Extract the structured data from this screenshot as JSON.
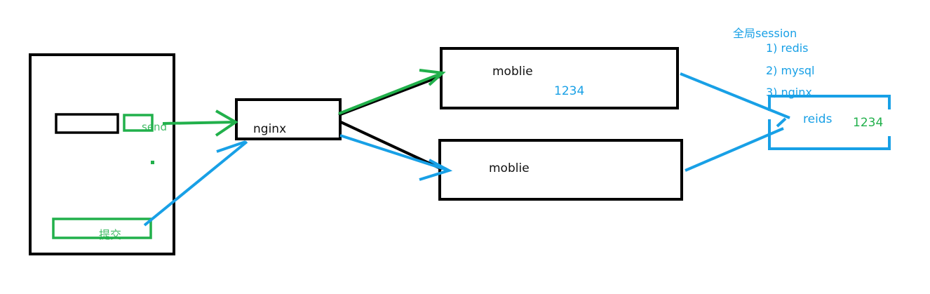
{
  "colors": {
    "ink": "#000000",
    "green": "#21b04b",
    "blue": "#18a0e6"
  },
  "client": {
    "send_label": "send",
    "submit_label": "提交"
  },
  "proxy": {
    "label": "nginx"
  },
  "servers": {
    "top_label": "moblie",
    "top_value": "1234",
    "bottom_label": "moblie"
  },
  "session_store": {
    "label": "reids",
    "value": "1234"
  },
  "notes": {
    "title": "全局session",
    "items": [
      "1) redis",
      "2) mysql",
      "3) nginx"
    ]
  }
}
